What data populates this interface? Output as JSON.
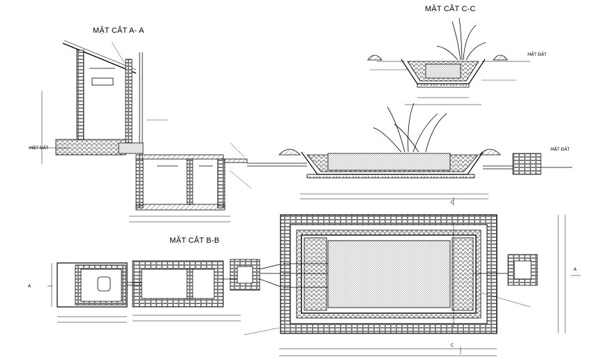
{
  "titles": {
    "section_a": "MẶT CẮT A- A",
    "section_b": "MẶT CẮT B-B",
    "section_c": "MẶT CẮT C-C"
  },
  "labels": {
    "ground_a": "MẶT ĐẤT",
    "ground_right": "MẶT ĐẤT",
    "ground_c": "MẶT ĐẤT",
    "cut_a_left": "A",
    "cut_a_right": "A",
    "cut_c_top": "C",
    "cut_c_bottom": "C"
  },
  "colors": {
    "line": "#000000",
    "paper": "#ffffff",
    "gravel_fill": "#dcdcdc"
  }
}
